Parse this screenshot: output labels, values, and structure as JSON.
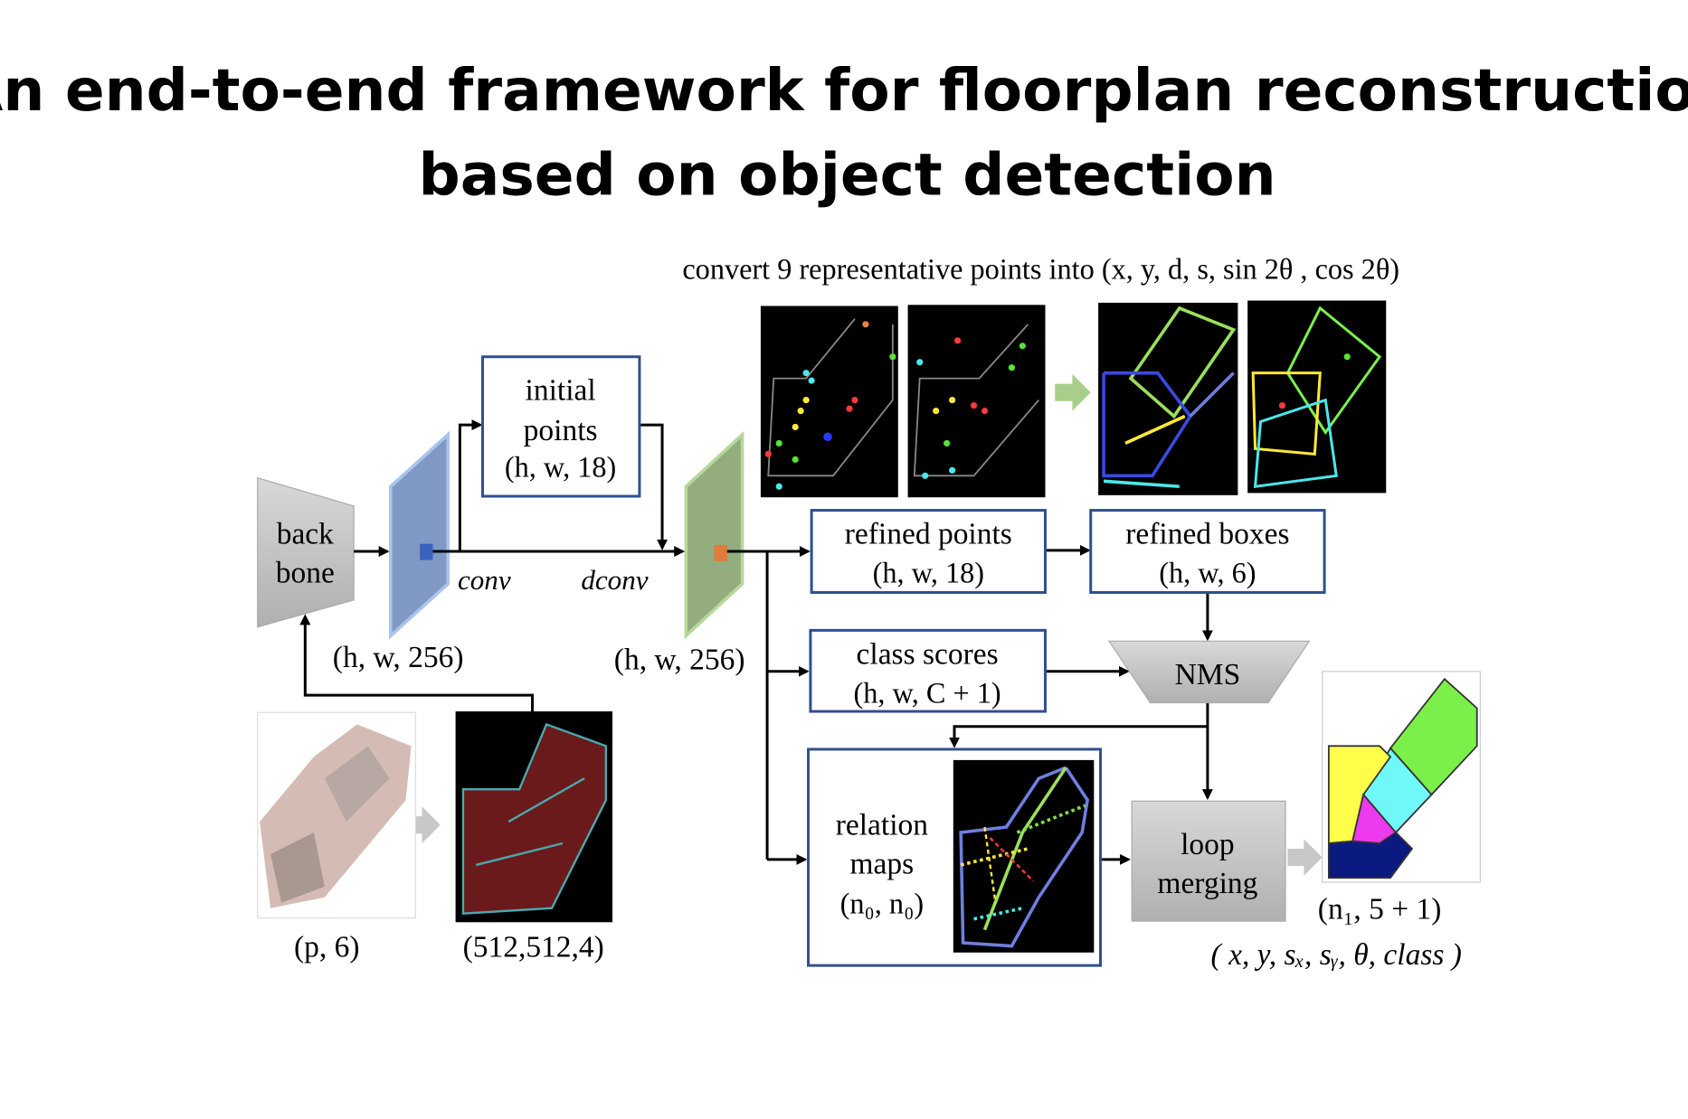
{
  "title": {
    "line1": "An end-to-end framework for floorplan reconstruction",
    "line2": "based on object detection"
  },
  "caption_top": "convert 9 representative points into (x, y, d, s, sin 2θ , cos 2θ)",
  "nodes": {
    "backbone": [
      "back",
      "bone"
    ],
    "initial_points": [
      "initial",
      "points",
      "(h, w, 18)"
    ],
    "refined_points": [
      "refined points",
      "(h, w, 18)"
    ],
    "refined_boxes": [
      "refined boxes",
      "(h, w, 6)"
    ],
    "class_scores": [
      "class scores",
      "(h, w, C + 1)"
    ],
    "nms": "NMS",
    "relation_maps": [
      "relation",
      "maps",
      "(n₀, n₀)"
    ],
    "loop_merging": [
      "loop",
      "merging"
    ]
  },
  "edge_labels": {
    "conv": "conv",
    "dconv": "dconv"
  },
  "shapes": {
    "feature1": "(h, w, 256)",
    "feature2": "(h, w, 256)",
    "input_points": "(p, 6)",
    "input_image": "(512,512,4)",
    "output": "(n₁, 5 + 1)",
    "output_fields": "( x, y, sₓ, sᵧ, θ, class )"
  },
  "colors": {
    "box_border": "#2f4f8f",
    "feature1": "#7f9ccc",
    "feature2": "#8fb07a",
    "feature1_cell": "#3a62c0",
    "feature2_cell": "#e07b3a",
    "gray_block": "#c4c4c4"
  }
}
